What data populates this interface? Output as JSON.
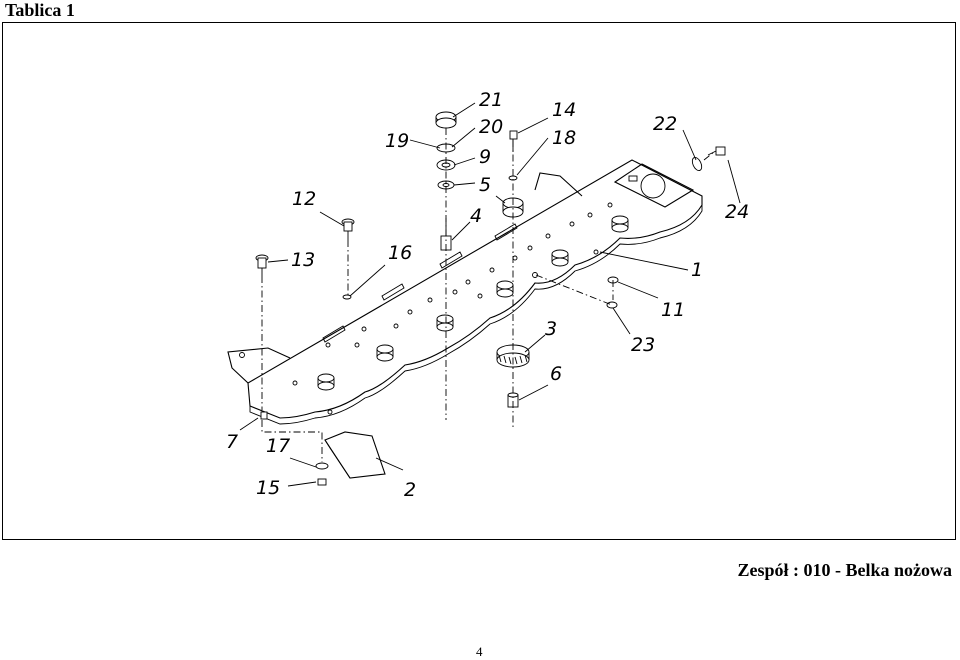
{
  "header": {
    "title": "Tablica 1"
  },
  "caption": "Zespół : 010 - Belka nożowa",
  "page_number": "4",
  "part_labels": [
    "21",
    "20",
    "19",
    "9",
    "5",
    "14",
    "18",
    "22",
    "24",
    "12",
    "13",
    "16",
    "4",
    "1",
    "11",
    "23",
    "3",
    "6",
    "7",
    "17",
    "15",
    "2"
  ]
}
